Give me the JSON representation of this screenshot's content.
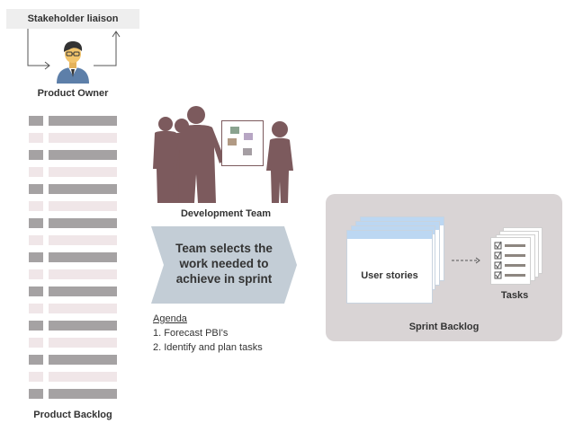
{
  "stakeholder_label": "Stakeholder liaison",
  "product_owner_label": "Product Owner",
  "product_backlog_label": "Product Backlog",
  "development_team_label": "Development Team",
  "arrow_text": [
    "Team selects the",
    "work needed to",
    "achieve in sprint"
  ],
  "agenda": {
    "title": "Agenda",
    "items": [
      "1. Forecast PBI's",
      "2. Identify and plan tasks"
    ]
  },
  "sprint_backlog_label": "Sprint Backlog",
  "user_stories_label": "User stories",
  "tasks_label": "Tasks",
  "colors": {
    "backlog_dark": "#a5a2a3",
    "backlog_light": "#f0e6e8",
    "team_silhouette": "#7c5a5d",
    "arrow_panel": "#c3cdd6",
    "sprint_panel": "#d9d4d5",
    "card_header": "#bcd7f2"
  },
  "icons": [
    "person-icon",
    "team-silhouette-icon",
    "board-icon",
    "checklist-icon",
    "dashed-arrow-icon"
  ]
}
